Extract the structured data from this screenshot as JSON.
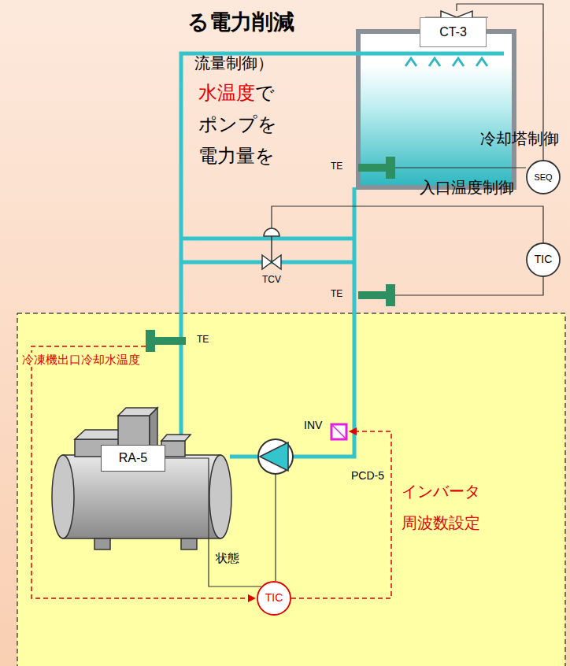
{
  "diagram": {
    "title": "る電力削減",
    "nodes": [
      {
        "text": [
          "CT-3"
        ]
      },
      {
        "text": [
          "SEQ"
        ]
      },
      {
        "text": [
          "TIC"
        ]
      },
      {
        "text": [
          "RA-5"
        ]
      },
      {
        "text": [
          "TIC"
        ]
      }
    ],
    "edges": [
      {
        "from": 3,
        "to": 4,
        "arrow": "none",
        "label": "状態"
      }
    ],
    "labels": [
      "流量制御）",
      "水温度",
      "で",
      "ポンプを",
      "電力量を",
      "冷却塔制御",
      "TE",
      "入口温度制御",
      "TE",
      "TCV",
      "TE",
      "冷凍機出口冷却水温度",
      "INV",
      "PCD-5",
      "インバータ",
      "周波数設定"
    ]
  }
}
